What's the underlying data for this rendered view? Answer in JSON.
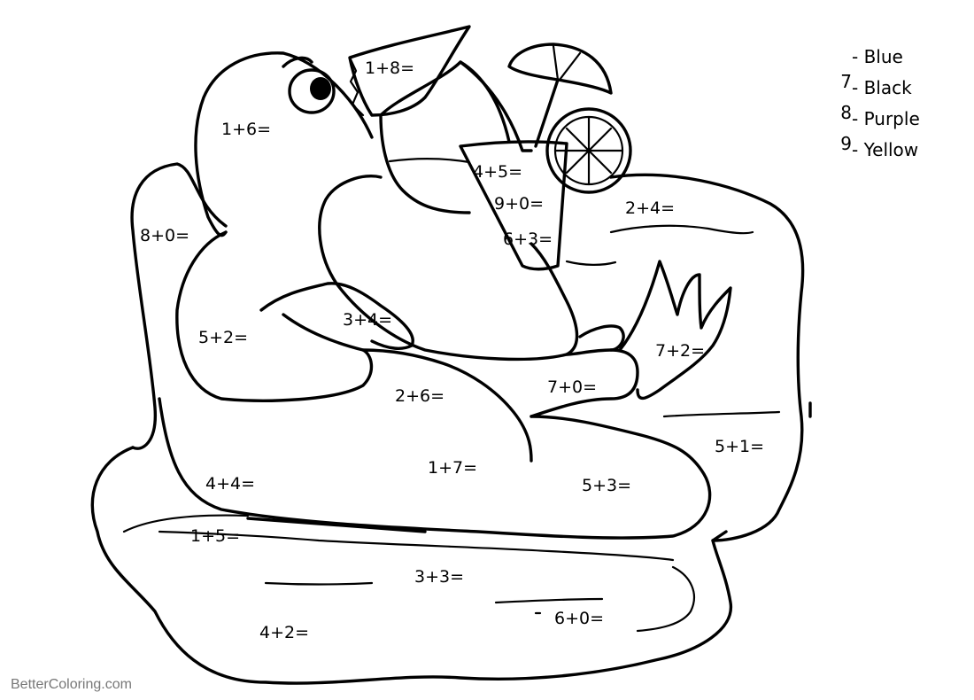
{
  "color_key": [
    {
      "number_text": "",
      "color_text": "Blue"
    },
    {
      "number_text": "7",
      "color_text": "Black"
    },
    {
      "number_text": "8",
      "color_text": "Purple"
    },
    {
      "number_text": "9",
      "color_text": "Yellow"
    }
  ],
  "equations": [
    "1+8=",
    "1+6=",
    "4+5=",
    "9+0=",
    "6+3=",
    "2+4=",
    "8+0=",
    "3+4=",
    "5+2=",
    "7+2=",
    "2+6=",
    "7+0=",
    "5+1=",
    "1+7=",
    "4+4=",
    "5+3=",
    "1+5=",
    "3+3=",
    "6+0=",
    "4+2="
  ],
  "credit": "BetterColoring.com"
}
